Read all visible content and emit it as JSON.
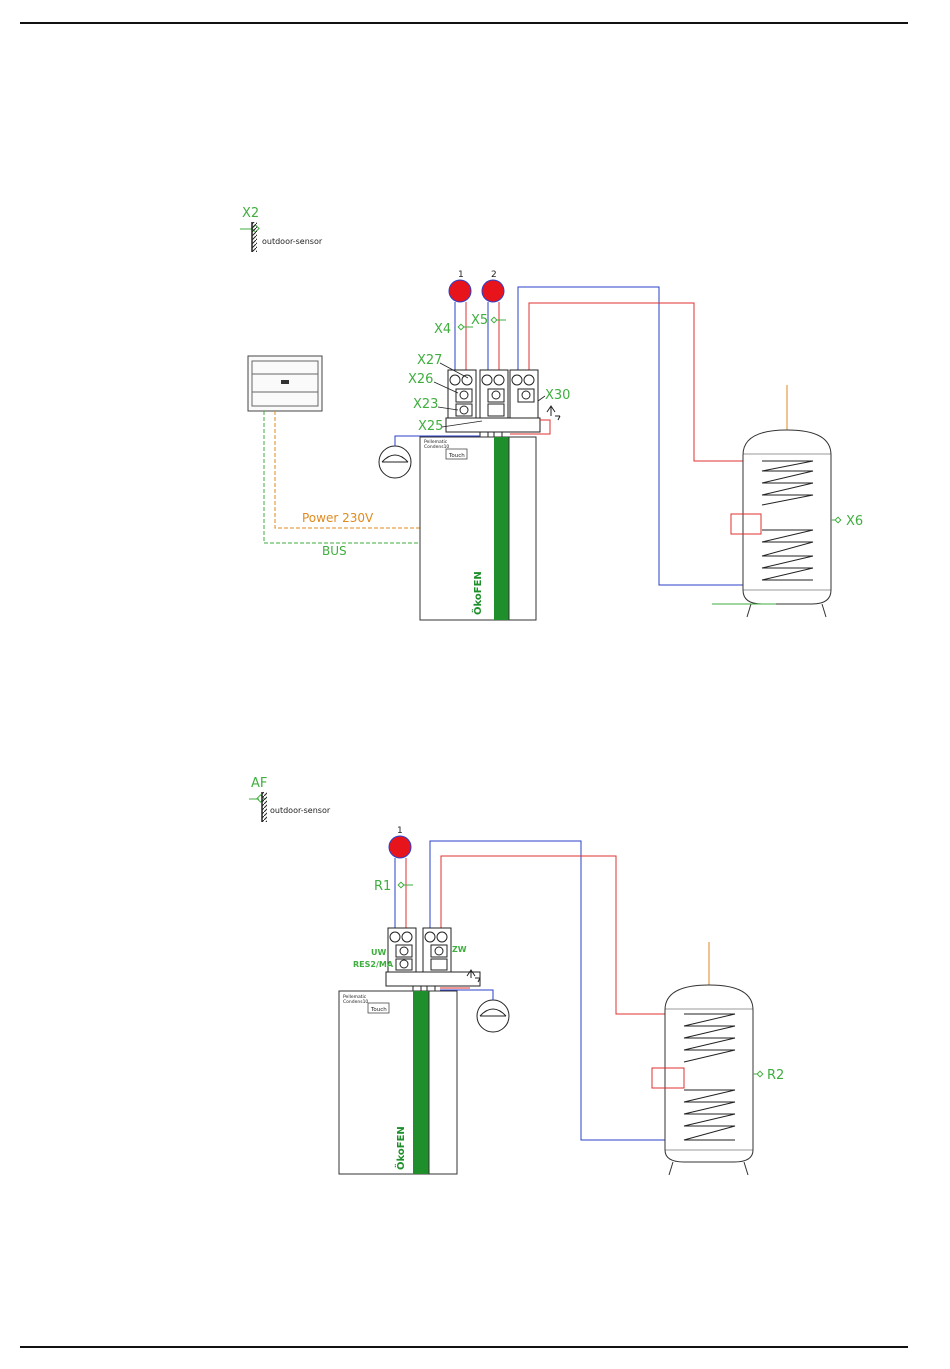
{
  "colors": {
    "supply": "#e03030",
    "return": "#2b3fc9",
    "sensor": "#3fae3f",
    "power": "#e08a1e",
    "boiler_stripe": "#1e8f2a",
    "pump": "#e8141c"
  },
  "diagram1": {
    "sensor_tag": "X2",
    "sensor_text": "outdoor-sensor",
    "circuit_1": "1",
    "circuit_2": "2",
    "x4": "X4",
    "x5": "X5",
    "x27": "X27",
    "x26": "X26",
    "x23": "X23",
    "x25": "X25",
    "x30": "X30",
    "x6": "X6",
    "power": "Power 230V",
    "bus": "BUS",
    "controller_brand": "Pellematic",
    "controller_model": "Condens10",
    "touch": "Touch",
    "logo": "ÖkoFEN"
  },
  "diagram2": {
    "sensor_tag": "AF",
    "sensor_text": "outdoor-sensor",
    "circuit_1": "1",
    "r1": "R1",
    "uw": "UW",
    "zw": "ZW",
    "res": "RES2/MA",
    "r2": "R2",
    "controller_brand": "Pellematic",
    "controller_model": "Condens10",
    "touch": "Touch",
    "logo": "ÖkoFEN"
  }
}
